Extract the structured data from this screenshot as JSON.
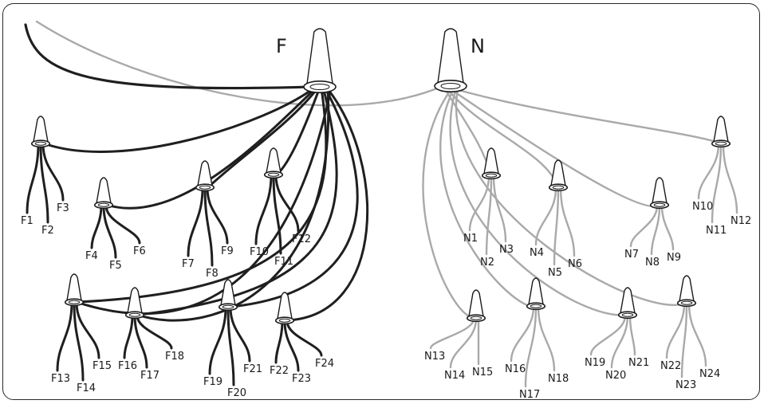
{
  "headers": {
    "phase": "F",
    "neutral": "N"
  },
  "phase_small_nuts": [
    [
      "F1",
      "F2",
      "F3"
    ],
    [
      "F4",
      "F5",
      "F6"
    ],
    [
      "F7",
      "F8",
      "F9"
    ],
    [
      "F10",
      "F11",
      "F12"
    ],
    [
      "F13",
      "F14",
      "F15"
    ],
    [
      "F16",
      "F17",
      "F18"
    ],
    [
      "F19",
      "F20",
      "F21"
    ],
    [
      "F22",
      "F23",
      "F24"
    ]
  ],
  "neutral_small_nuts": [
    [
      "N1",
      "N2",
      "N3"
    ],
    [
      "N4",
      "N5",
      "N6"
    ],
    [
      "N7",
      "N8",
      "N9"
    ],
    [
      "N10",
      "N11",
      "N12"
    ],
    [
      "N13",
      "N14",
      "N15"
    ],
    [
      "N16",
      "N17",
      "N18"
    ],
    [
      "N19",
      "N20",
      "N21"
    ],
    [
      "N22",
      "N23",
      "N24"
    ]
  ],
  "colors": {
    "phase_wire": "#1f1f1f",
    "neutral_wire": "#a9a9a9",
    "border": "#2a2a2a"
  }
}
